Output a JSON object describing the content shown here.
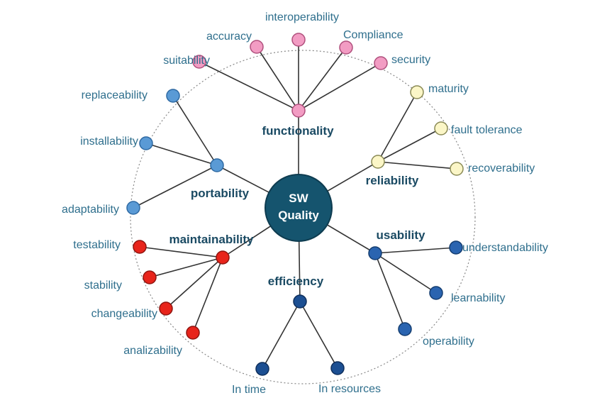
{
  "center": {
    "line1": "SW",
    "line2": "Quality"
  },
  "colors": {
    "center_fill": "#15546e",
    "center_stroke": "#0e3c50",
    "line": "#333333",
    "orbit": "#888888",
    "leaf_text": "#2f6f8d",
    "group_text": "#1a4a63",
    "functionality": "#f29cc3",
    "reliability": "#fbf6c7",
    "usability": "#2a64b0",
    "efficiency": "#1c4f92",
    "maintainability": "#e8241b",
    "portability": "#5a9ad5"
  },
  "groups": {
    "functionality": {
      "label": "functionality",
      "leaves": [
        "suitability",
        "accuracy",
        "interoperability",
        "Compliance",
        "security"
      ]
    },
    "reliability": {
      "label": "reliability",
      "leaves": [
        "maturity",
        "fault tolerance",
        "recoverability"
      ]
    },
    "usability": {
      "label": "usability",
      "leaves": [
        "understandability",
        "learnability",
        "operability"
      ]
    },
    "efficiency": {
      "label": "efficiency",
      "leaves": [
        "In time",
        "In resources"
      ]
    },
    "maintainability": {
      "label": "maintainability",
      "leaves": [
        "testability",
        "stability",
        "changeability",
        "analizability"
      ]
    },
    "portability": {
      "label": "portability",
      "leaves": [
        "replaceability",
        "installability",
        "adaptability"
      ]
    }
  }
}
